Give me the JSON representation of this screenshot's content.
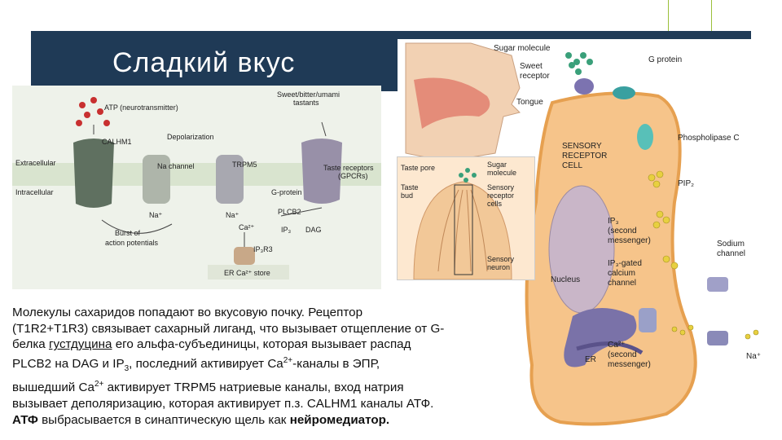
{
  "slide": {
    "title": "Сладкий вкус"
  },
  "fig1": {
    "atp": "ATP (neurotransmitter)",
    "tastants": "Sweet/bitter/umami",
    "tastants2": "tastants",
    "calhm1": "CALHM1",
    "depol": "Depolarization",
    "extracellular": "Extracellular",
    "intracellular": "Intracellular",
    "na_channel": "Na channel",
    "trpm5": "TRPM5",
    "receptors": "Taste receptors",
    "gpcrs": "(GPCRs)",
    "gprotein": "G-protein",
    "plcb2": "PLCB2",
    "na1": "Na⁺",
    "na2": "Na⁺",
    "ca": "Ca²⁺",
    "ip3": "IP₃",
    "dag": "DAG",
    "burst": "Burst of",
    "burst2": "action potentials",
    "ip3r3": "IP₃R3",
    "er": "ER Ca²⁺ store"
  },
  "fig2": {
    "sugar_molecule": "Sugar molecule",
    "sweet_receptor": "Sweet",
    "sweet_receptor2": "receptor",
    "tongue": "Tongue",
    "g_protein": "G protein",
    "sensory1": "SENSORY",
    "sensory2": "RECEPTOR",
    "sensory3": "CELL",
    "phospholipase": "Phospholipase C",
    "pip2": "PIP₂",
    "ip3_1": "IP₃",
    "ip3_2": "(second",
    "ip3_3": "messenger)",
    "ip3gated1": "IP₃-gated",
    "ip3gated2": "calcium",
    "ip3gated3": "channel",
    "sodium1": "Sodium",
    "sodium2": "channel",
    "nucleus": "Nucleus",
    "er": "ER",
    "ca1": "Ca²⁺",
    "ca2": "(second",
    "ca3": "messenger)",
    "na": "Na⁺"
  },
  "fig3": {
    "taste_pore": "Taste pore",
    "sugar1": "Sugar",
    "sugar2": "molecule",
    "taste_bud1": "Taste",
    "taste_bud2": "bud",
    "sensory_rc1": "Sensory",
    "sensory_rc2": "receptor",
    "sensory_rc3": "cells",
    "neuron1": "Sensory",
    "neuron2": "neuron"
  },
  "caption": {
    "l1": "Молекулы сахаридов попадают во вкусовую почку. Рецептор",
    "l2": "(T1R2+T1R3) связывает сахарный лиганд, что вызывает отщепление от G-",
    "l3a": "белка ",
    "l3u": "густдуцина",
    "l3b": " его альфа-субъединицы, которая вызывает распад",
    "l4a": "PLCB2 на DAG и IP",
    "l4sub": "3",
    "l4b": ", последний активирует Ca",
    "l4sup": "2+",
    "l4c": "-каналы в ЭПР,",
    "l5a": "вышедший Ca",
    "l5sup": "2+",
    "l5b": " активирует TRPM5 натриевые каналы, вход натрия",
    "l6": "вызывает деполяризацию, которая активирует п.з. CALHM1 каналы АТФ.",
    "l7a": "АТФ",
    "l7b": " выбрасывается в синаптическую щель как ",
    "l7c": "нейромедиатор."
  }
}
